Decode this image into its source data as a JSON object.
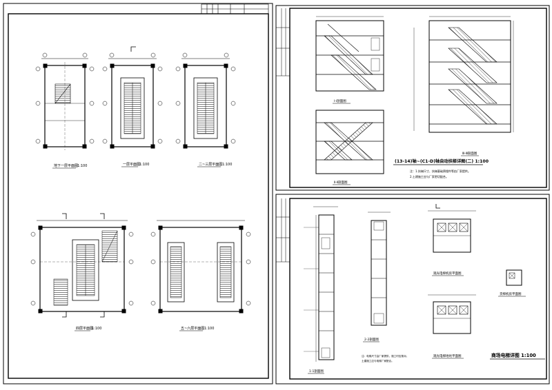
{
  "panels": {
    "left_sheet": {
      "plans": {
        "plan_1": "地下一层平面图",
        "plan_2": "一层平面图",
        "plan_3": "二~三层平面图",
        "plan_4": "四层平面图",
        "plan_5": "五~六层平面图"
      },
      "scale_1_100": "1:100"
    },
    "top_right": {
      "section_a": "Ⅰ-Ⅰ剖面图",
      "section_b": "Ⅱ-Ⅱ剖面图",
      "section_c": "Ⅲ-Ⅲ剖面图",
      "title": "(13-14)轴~(C1-D)轴自动扶梯详图(二) 1:100",
      "notes": [
        "注：1.扶梯尺寸、扶梯基础预埋件等由厂家提供。",
        "2.土建施工应与厂家密切配合。"
      ]
    },
    "bottom_right": {
      "elevator_plan_a": "观光电梯机房平面图",
      "elevator_plan_b": "观光电梯地坑平面图",
      "pit_plan": "货梯机房平面图",
      "section_1": "1-1剖面图",
      "section_2": "2-2剖面图",
      "title": "商场电梯详图 1:100",
      "notes": [
        "注：电梯尺寸由厂家提供，施工时应核对。",
        "土建施工应与电梯厂家配合。"
      ]
    }
  },
  "colors": {
    "ink": "#000000",
    "paper": "#ffffff"
  }
}
